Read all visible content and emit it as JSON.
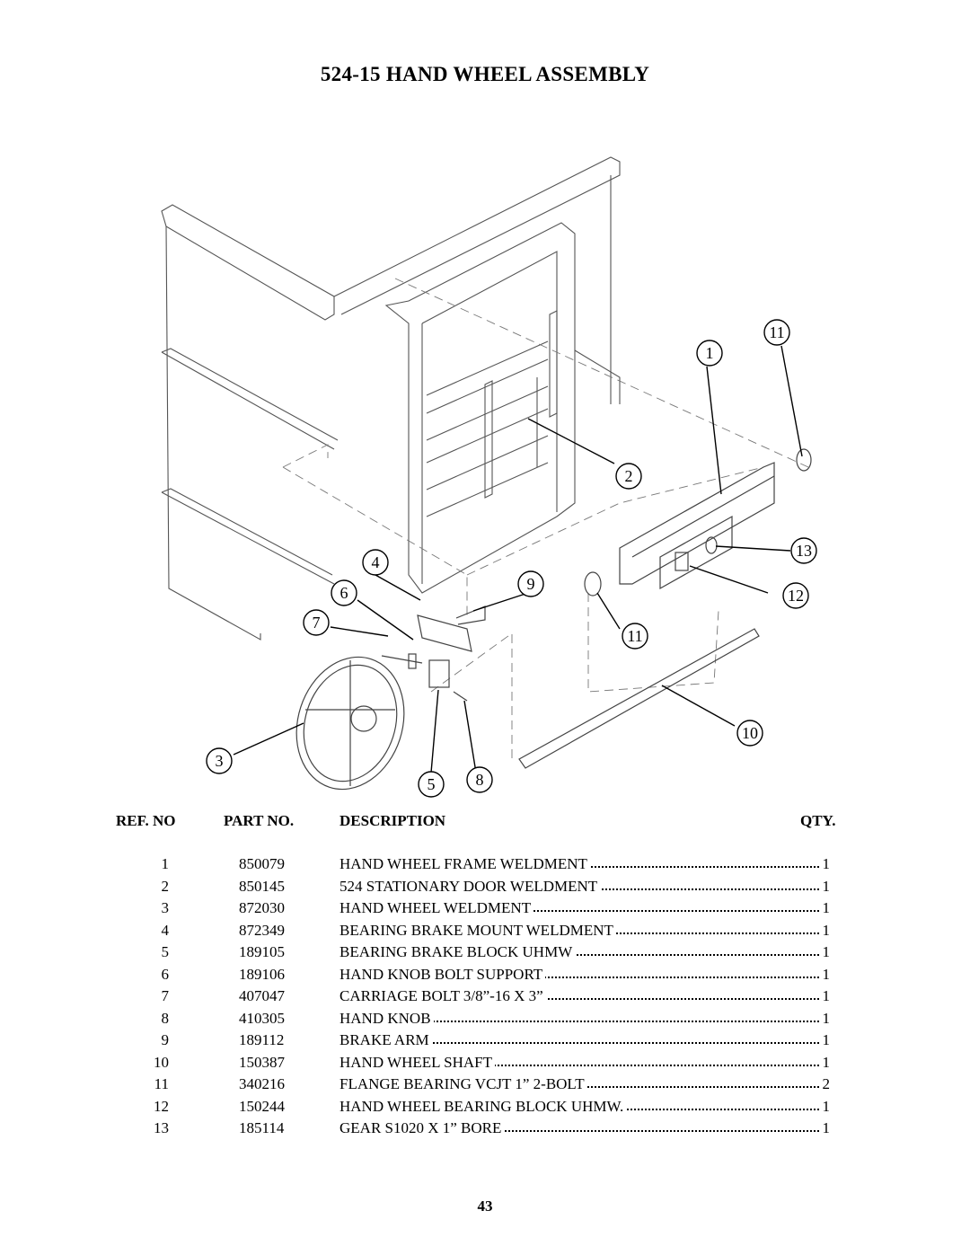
{
  "title": "524-15 HAND WHEEL ASSEMBLY",
  "callouts": [
    "11",
    "1",
    "2",
    "13",
    "4",
    "9",
    "6",
    "12",
    "7",
    "11",
    "10",
    "3",
    "5",
    "8"
  ],
  "table": {
    "headers": {
      "ref": "REF. NO",
      "part": "PART NO.",
      "desc": "DESCRIPTION",
      "qty": "QTY."
    },
    "rows": [
      {
        "ref": "1",
        "part": "850079",
        "desc": "HAND WHEEL FRAME WELDMENT",
        "qty": "1"
      },
      {
        "ref": "2",
        "part": "850145",
        "desc": "524 STATIONARY DOOR WELDMENT",
        "qty": "1"
      },
      {
        "ref": "3",
        "part": "872030",
        "desc": "HAND WHEEL WELDMENT",
        "qty": "1"
      },
      {
        "ref": "4",
        "part": "872349",
        "desc": "BEARING BRAKE MOUNT WELDMENT",
        "qty": "1"
      },
      {
        "ref": "5",
        "part": "189105",
        "desc": "BEARING BRAKE BLOCK UHMW",
        "qty": "1"
      },
      {
        "ref": "6",
        "part": "189106",
        "desc": "HAND KNOB BOLT SUPPORT",
        "qty": "1"
      },
      {
        "ref": "7",
        "part": "407047",
        "desc": "CARRIAGE BOLT 3/8”-16 X 3”",
        "qty": "1"
      },
      {
        "ref": "8",
        "part": "410305",
        "desc": "HAND KNOB",
        "qty": "1"
      },
      {
        "ref": "9",
        "part": "189112",
        "desc": "BRAKE ARM",
        "qty": "1"
      },
      {
        "ref": "10",
        "part": "150387",
        "desc": "HAND WHEEL SHAFT",
        "qty": "1"
      },
      {
        "ref": "11",
        "part": "340216",
        "desc": "FLANGE BEARING VCJT 1” 2-BOLT",
        "qty": "2"
      },
      {
        "ref": "12",
        "part": "150244",
        "desc": "HAND WHEEL BEARING BLOCK UHMW.",
        "qty": "1"
      },
      {
        "ref": "13",
        "part": "185114",
        "desc": "GEAR S1020 X 1” BORE",
        "qty": "1"
      }
    ]
  },
  "page_number": "43"
}
